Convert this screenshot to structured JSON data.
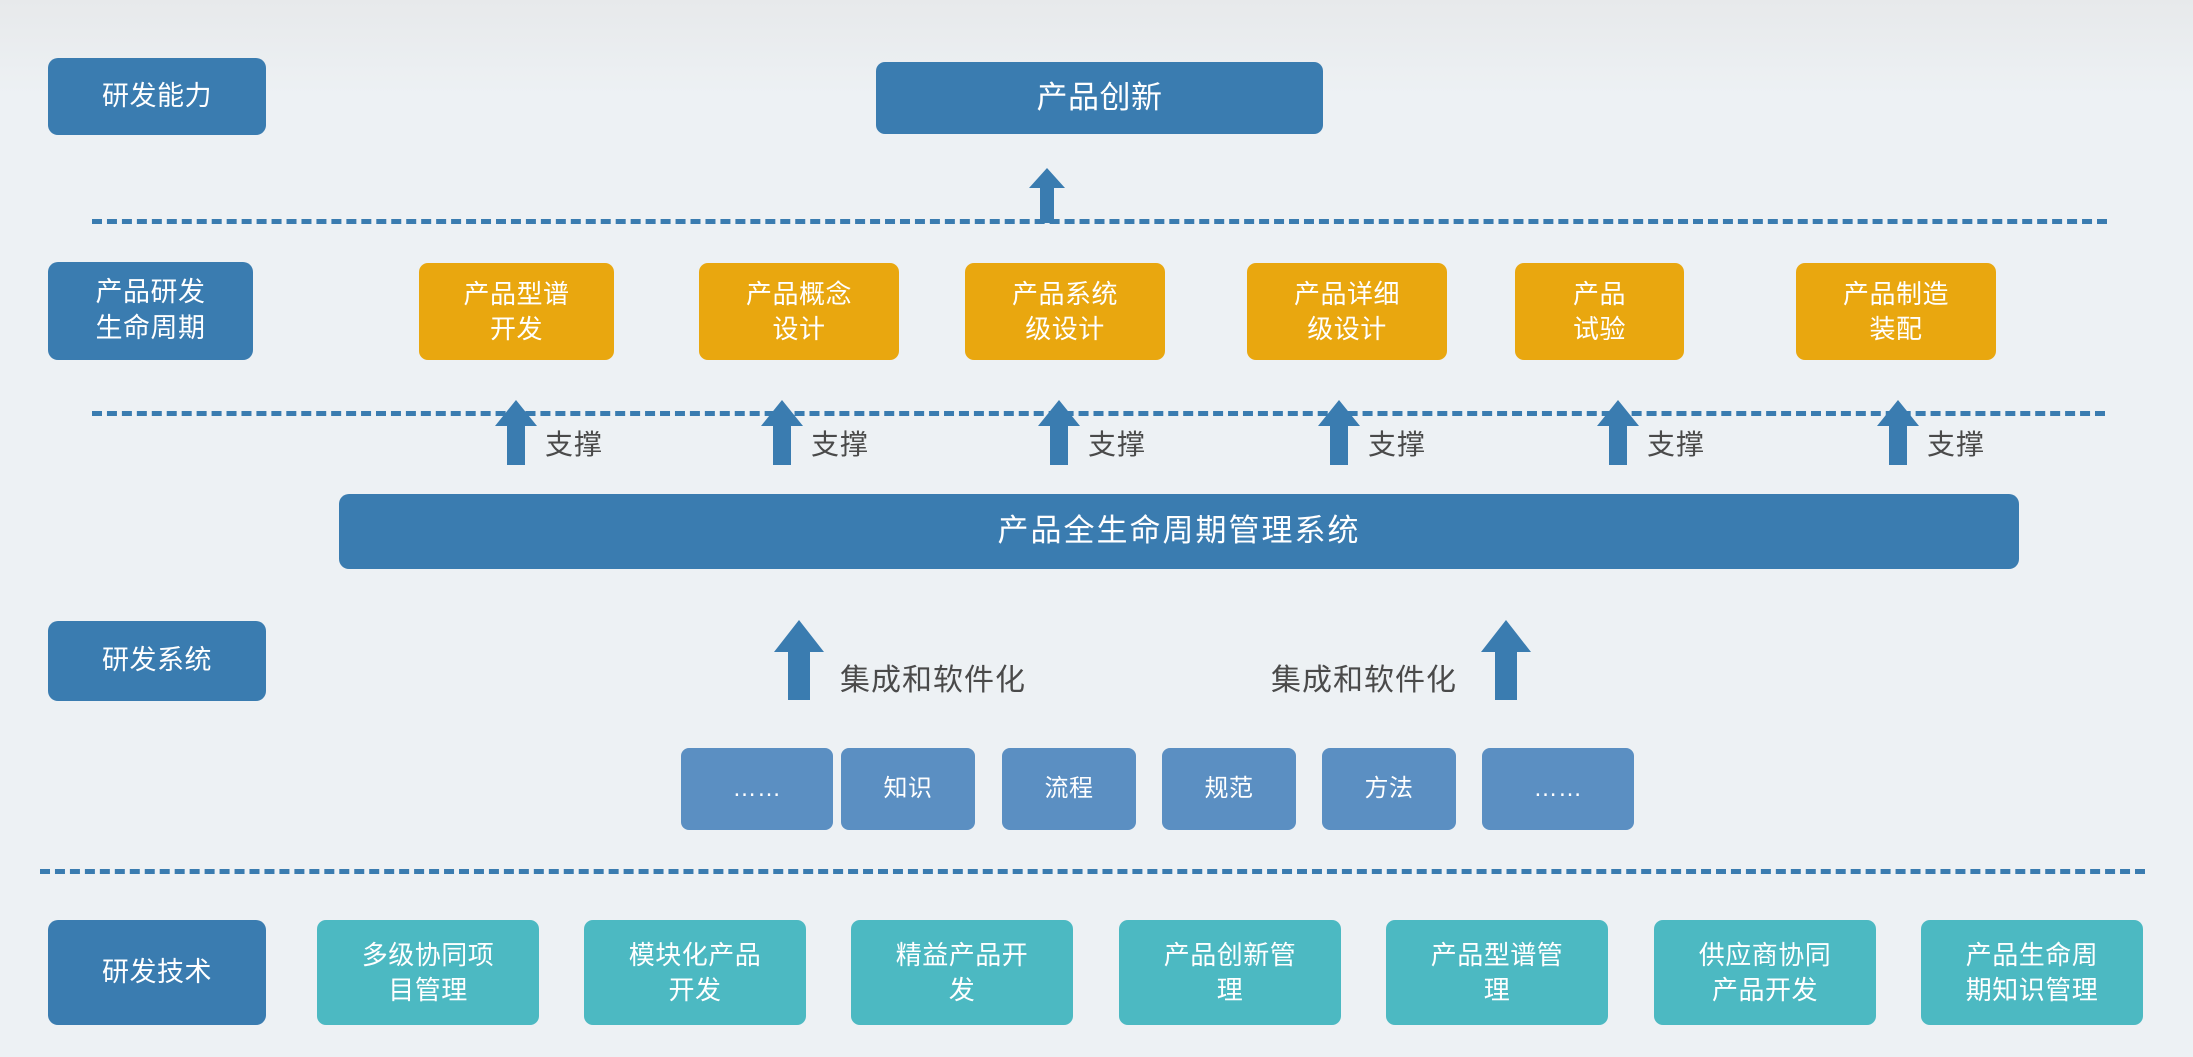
{
  "colors": {
    "blue": "#3a7cb0",
    "blue_light": "#5b8fc2",
    "yellow": "#e9a70f",
    "teal": "#4cb9c2",
    "background": "#edf1f4",
    "arrow": "#3a7cb0",
    "text_dark": "#4a4a4a"
  },
  "row_labels": {
    "capability": "研发能力",
    "lifecycle": "产品研发\n生命周期",
    "system": "研发系统",
    "technology": "研发技术"
  },
  "top": {
    "product_innovation": "产品创新"
  },
  "lifecycle_stages": [
    {
      "label": "产品型谱\n开发",
      "support": "支撑"
    },
    {
      "label": "产品概念\n设计",
      "support": "支撑"
    },
    {
      "label": "产品系统\n级设计",
      "support": "支撑"
    },
    {
      "label": "产品详细\n级设计",
      "support": "支撑"
    },
    {
      "label": "产品\n试验",
      "support": "支撑"
    },
    {
      "label": "产品制造\n装配",
      "support": "支撑"
    }
  ],
  "plm": {
    "title": "产品全生命周期管理系统"
  },
  "integration_arrows": [
    {
      "label": "集成和软件化",
      "label_side": "right"
    },
    {
      "label": "集成和软件化",
      "label_side": "left"
    }
  ],
  "knowledge_items": [
    {
      "label": "……"
    },
    {
      "label": "知识"
    },
    {
      "label": "流程"
    },
    {
      "label": "规范"
    },
    {
      "label": "方法"
    },
    {
      "label": "……"
    }
  ],
  "technology_items": [
    {
      "label": "多级协同项\n目管理"
    },
    {
      "label": "模块化产品\n开发"
    },
    {
      "label": "精益产品开\n发"
    },
    {
      "label": "产品创新管\n理"
    },
    {
      "label": "产品型谱管\n理"
    },
    {
      "label": "供应商协同\n产品开发"
    },
    {
      "label": "产品生命周\n期知识管理"
    }
  ]
}
